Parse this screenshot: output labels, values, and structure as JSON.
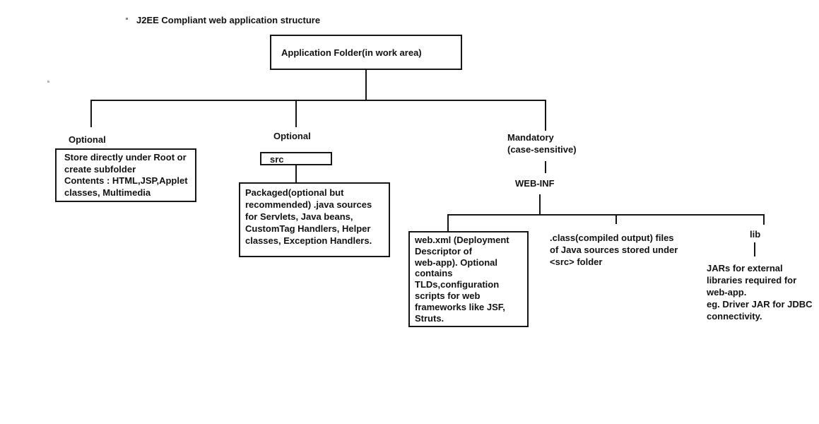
{
  "title": "J2EE Compliant web application structure",
  "colors": {
    "ink": "#161616",
    "background": "#ffffff"
  },
  "tree": {
    "root": {
      "label": "Application Folder(in work area)"
    },
    "branches": [
      {
        "annotation": "Optional",
        "box": "Store directly under Root or\ncreate subfolder\nContents : HTML,JSP,Applet\nclasses, Multimedia"
      },
      {
        "annotation": "Optional",
        "folder": "src",
        "box": "Packaged(optional  but\nrecommended) .java sources\nfor Servlets, Java beans,\nCustomTag Handlers, Helper\nclasses, Exception Handlers."
      },
      {
        "annotation": "Mandatory\n(case-sensitive)",
        "folder": "WEB-INF",
        "children": [
          {
            "box": "web.xml (Deployment\nDescriptor of\nweb-app). Optional\ncontains\nTLDs,configuration\nscripts for web\nframeworks like JSF,\nStruts."
          },
          {
            "note": ".class(compiled output) files\nof Java sources stored under\n<src> folder"
          },
          {
            "folder": "lib",
            "note": "JARs for external\nlibraries required for\nweb-app.\neg. Driver JAR for JDBC\nconnectivity."
          }
        ]
      }
    ]
  }
}
